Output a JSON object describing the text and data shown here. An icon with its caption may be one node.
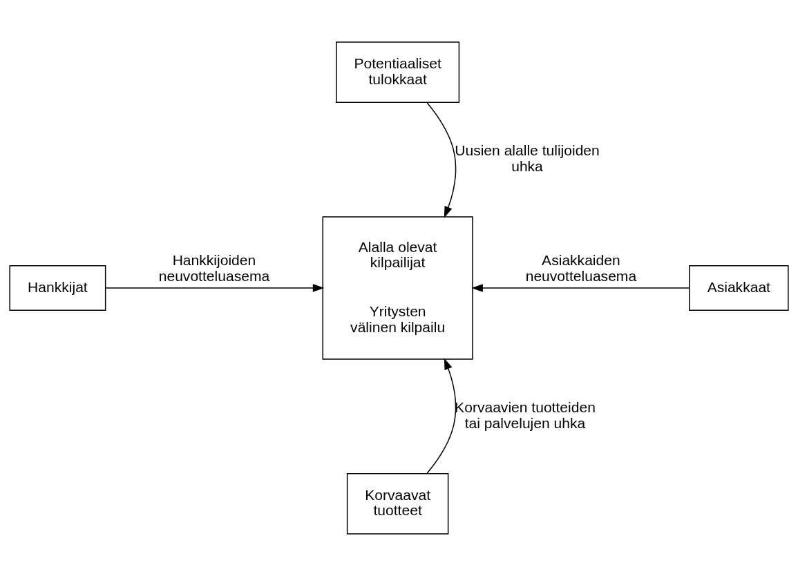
{
  "diagram": {
    "nodes": [
      {
        "text": [
          "Potentiaaliset tulokkaat"
        ]
      },
      {
        "text": [
          "Hankkijat"
        ]
      },
      {
        "text": [
          "Alalla olevat kilpailijat",
          "Yritysten välinen kilpailu"
        ]
      },
      {
        "text": [
          "Asiakkaat"
        ]
      },
      {
        "text": [
          "Korvaavat tuotteet"
        ]
      }
    ],
    "edges": [
      {
        "from": 0,
        "to": 2,
        "arrow": "to",
        "label": "Uusien alalle tulijoiden uhka"
      },
      {
        "from": 1,
        "to": 2,
        "arrow": "to",
        "label": "Hankkijoiden neuvotteluasema"
      },
      {
        "from": 3,
        "to": 2,
        "arrow": "to",
        "label": "Asiakkaiden neuvotteluasema"
      },
      {
        "from": 4,
        "to": 2,
        "arrow": "to",
        "label": "Korvaavien tuotteiden tai palvelujen uhka"
      }
    ]
  }
}
